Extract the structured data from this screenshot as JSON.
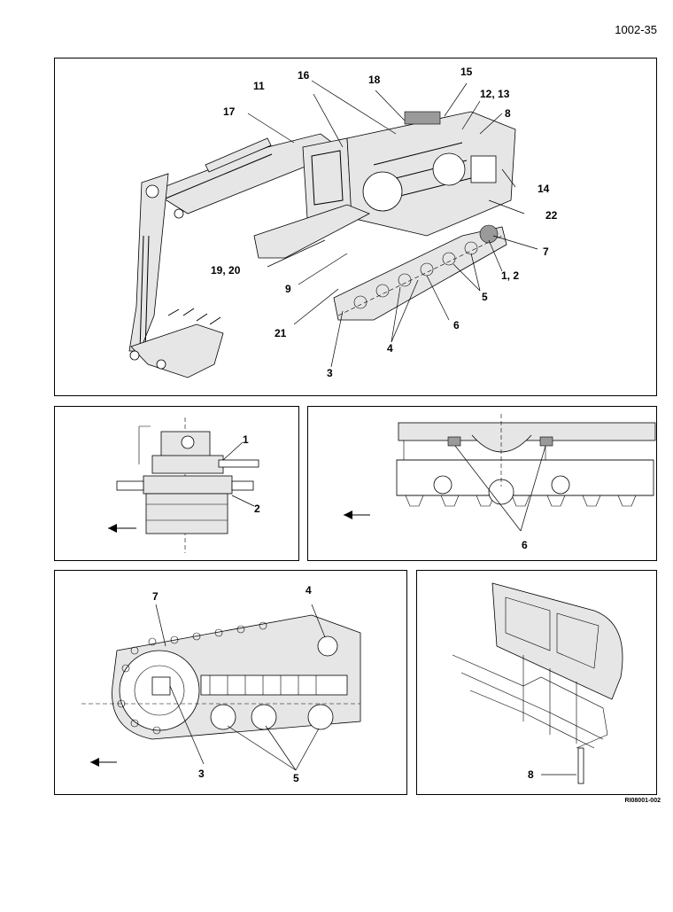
{
  "page_number": "1002-35",
  "figure_id": "RI08001-002",
  "panels": {
    "overview": {
      "callouts": [
        "16",
        "18",
        "15",
        "11",
        "12, 13",
        "8",
        "17",
        "14",
        "22",
        "7",
        "19, 20",
        "1, 2",
        "9",
        "5",
        "21",
        "6",
        "4",
        "3"
      ]
    },
    "final_drive": {
      "callouts": [
        "1",
        "2"
      ]
    },
    "lower_rollers": {
      "callouts": [
        "6"
      ]
    },
    "track_idler": {
      "callouts": [
        "7",
        "4",
        "3",
        "5"
      ]
    },
    "counterweight": {
      "callouts": [
        "8"
      ]
    }
  }
}
